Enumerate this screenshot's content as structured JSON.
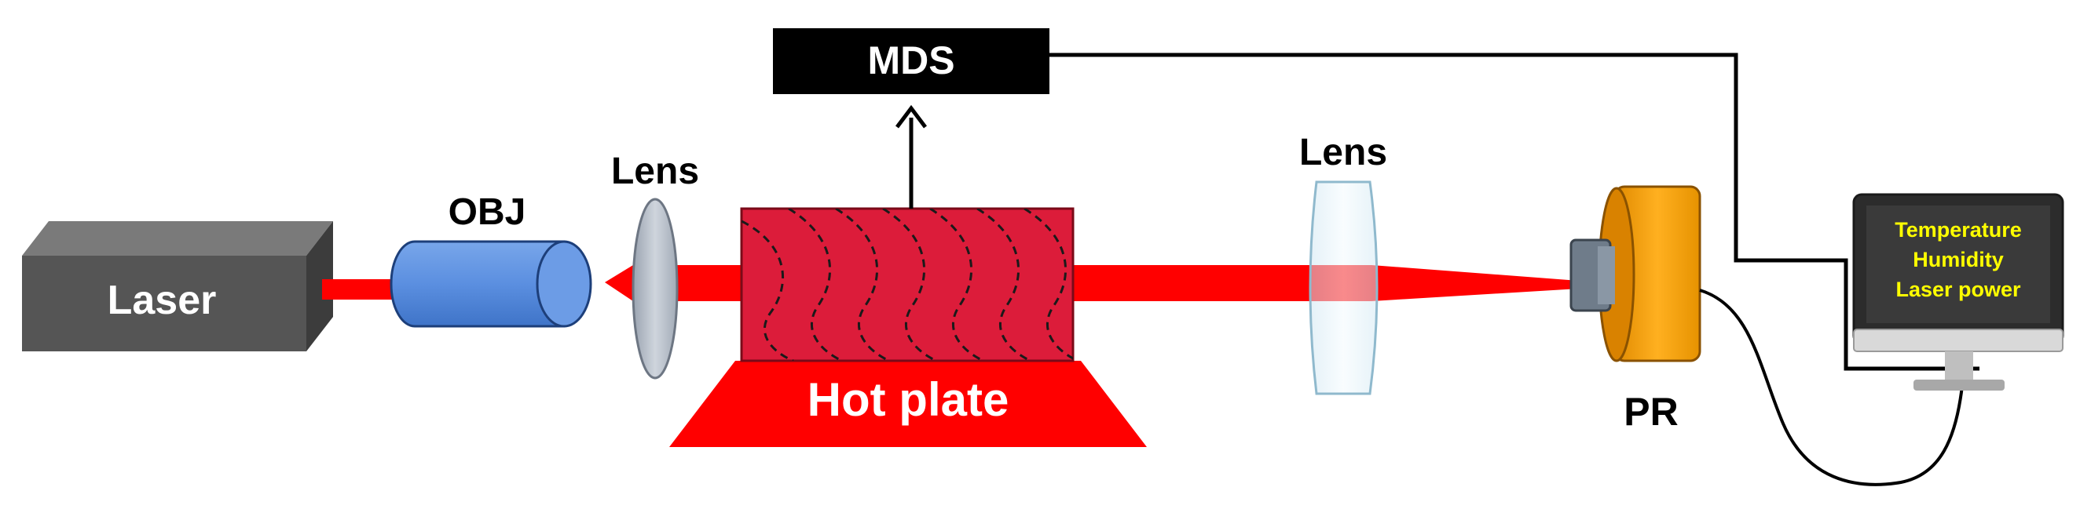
{
  "labels": {
    "laser": "Laser",
    "objective": "OBJ",
    "lens_left": "Lens",
    "lens_right": "Lens",
    "hot_plate": "Hot plate",
    "mds": "MDS",
    "pr": "PR"
  },
  "monitor": {
    "lines": [
      "Temperature",
      "Humidity",
      "Laser power"
    ]
  },
  "colors": {
    "laser_body": "#555555",
    "objective": "#5b8fe0",
    "beam": "#ff0000",
    "sample": "#dc1c3a",
    "hot_plate": "#ff0000",
    "lens_left": "#b0b8c4",
    "lens_right": "#e4f2f8",
    "detector": "#f5a00c",
    "mds_box": "#000000",
    "monitor_screen": "#3a3a3a",
    "monitor_text": "#ffff00"
  }
}
